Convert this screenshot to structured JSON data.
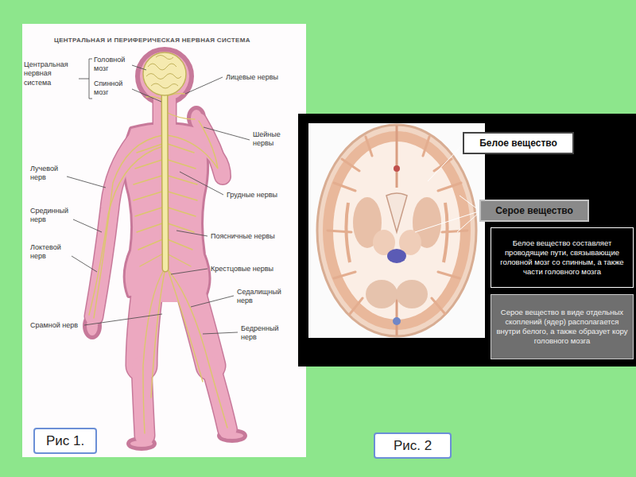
{
  "diagram": {
    "nodes": [
      {
        "text": [
          "Белое вещество"
        ]
      },
      {
        "text": [
          "Серое вещество"
        ]
      },
      {
        "text": [
          "Белое вещество составляет проводящие пути, связывающие головной мозг со спинным, а также части головного мозга"
        ]
      },
      {
        "text": [
          "Серое вещество в виде отдельных скоплений (ядер) располагается внутри белого, а также образует кору головного мозга"
        ]
      },
      {
        "text": [
          "Рис 1."
        ]
      },
      {
        "text": [
          "Рис. 2"
        ]
      }
    ],
    "labels": [
      "ЦЕНТРАЛЬНАЯ И ПЕРИФЕРИЧЕСКАЯ НЕРВНАЯ СИСТЕМА",
      "Центральная нервная система",
      "Головной мозг",
      "Спинной мозг",
      "Лицевые нервы",
      "Шейные нервы",
      "Лучевой нерв",
      "Грудные нервы",
      "Срединный нерв",
      "Поясничные нервы",
      "Локтевой нерв",
      "Крестцовые нервы",
      "Седалищный нерв",
      "Срамной нерв",
      "Бедренный нерв"
    ]
  }
}
